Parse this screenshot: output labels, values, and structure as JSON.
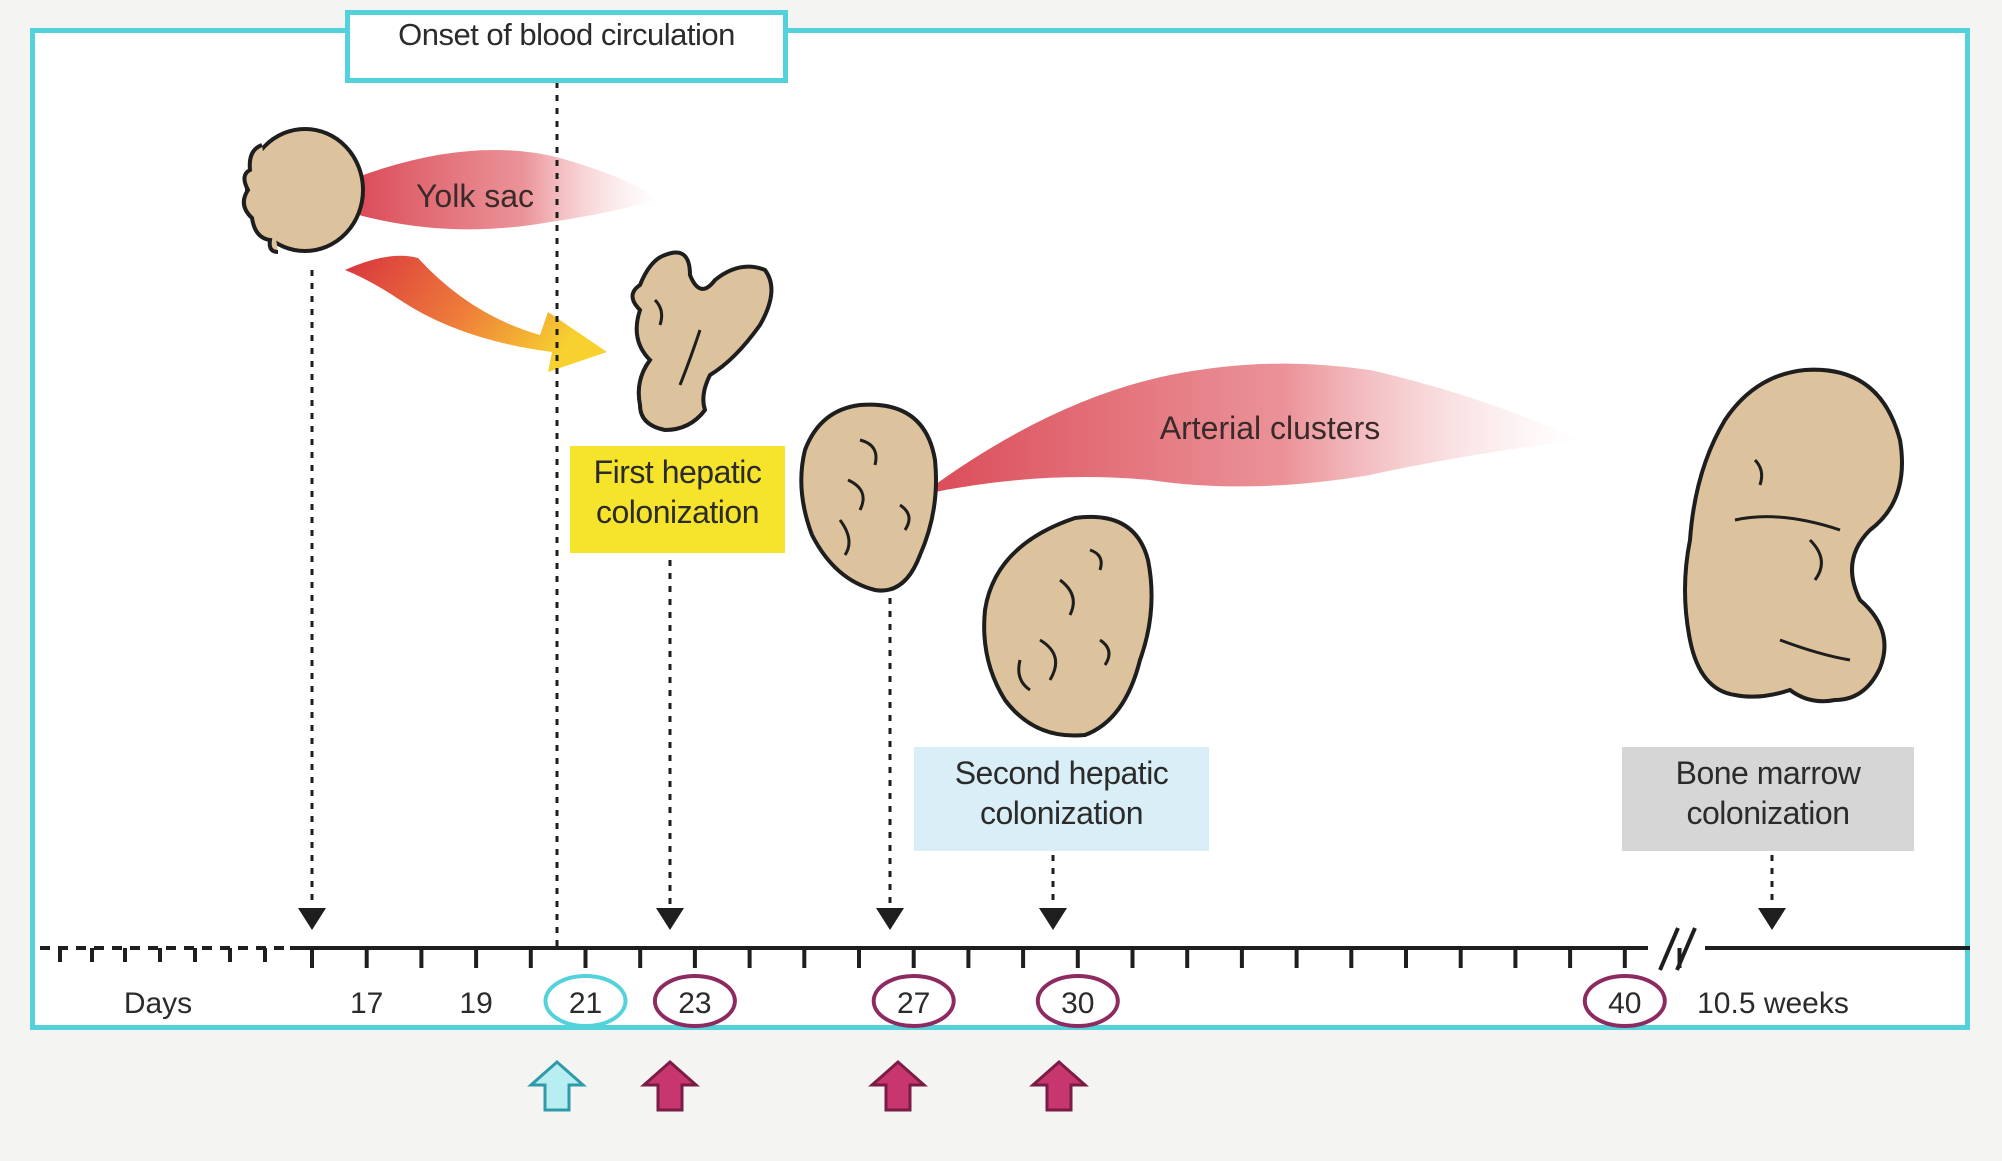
{
  "labels": {
    "onset": "Onset of blood circulation",
    "yolk_sac": "Yolk sac",
    "first_hepatic_line1": "First hepatic",
    "first_hepatic_line2": "colonization",
    "arterial_clusters": "Arterial clusters",
    "second_hepatic_line1": "Second hepatic",
    "second_hepatic_line2": "colonization",
    "bone_marrow_line1": "Bone marrow",
    "bone_marrow_line2": "colonization"
  },
  "timeline": {
    "axis_label": "Days",
    "ticks": [
      {
        "text": "17",
        "day": 17,
        "marker": "none"
      },
      {
        "text": "19",
        "day": 19,
        "marker": "none"
      },
      {
        "text": "21",
        "day": 21,
        "marker": "circle-cyan"
      },
      {
        "text": "23",
        "day": 23,
        "marker": "circle-purple"
      },
      {
        "text": "27",
        "day": 27,
        "marker": "circle-purple"
      },
      {
        "text": "30",
        "day": 30,
        "marker": "circle-purple"
      },
      {
        "text": "40",
        "day": 40,
        "marker": "circle-purple"
      }
    ],
    "end_label": "10.5 weeks"
  },
  "colors": {
    "frame": "#54d2dc",
    "purple": "#8e2a62",
    "magenta_arrow": "#c8366e",
    "cyan_arrow": "#b8eef2",
    "embryo_fill": "#dcc39d",
    "yellow": "#f5e32c",
    "light_blue": "#d9eef6",
    "gray": "#d6d6d6",
    "wedge_red": "#d8414e"
  },
  "icons": [
    "embryo-yolk-sac-icon",
    "embryo-day23-icon",
    "embryo-day27-icon",
    "embryo-day30-icon",
    "embryo-10weeks-icon",
    "curved-arrow-icon",
    "up-arrow-icon"
  ]
}
